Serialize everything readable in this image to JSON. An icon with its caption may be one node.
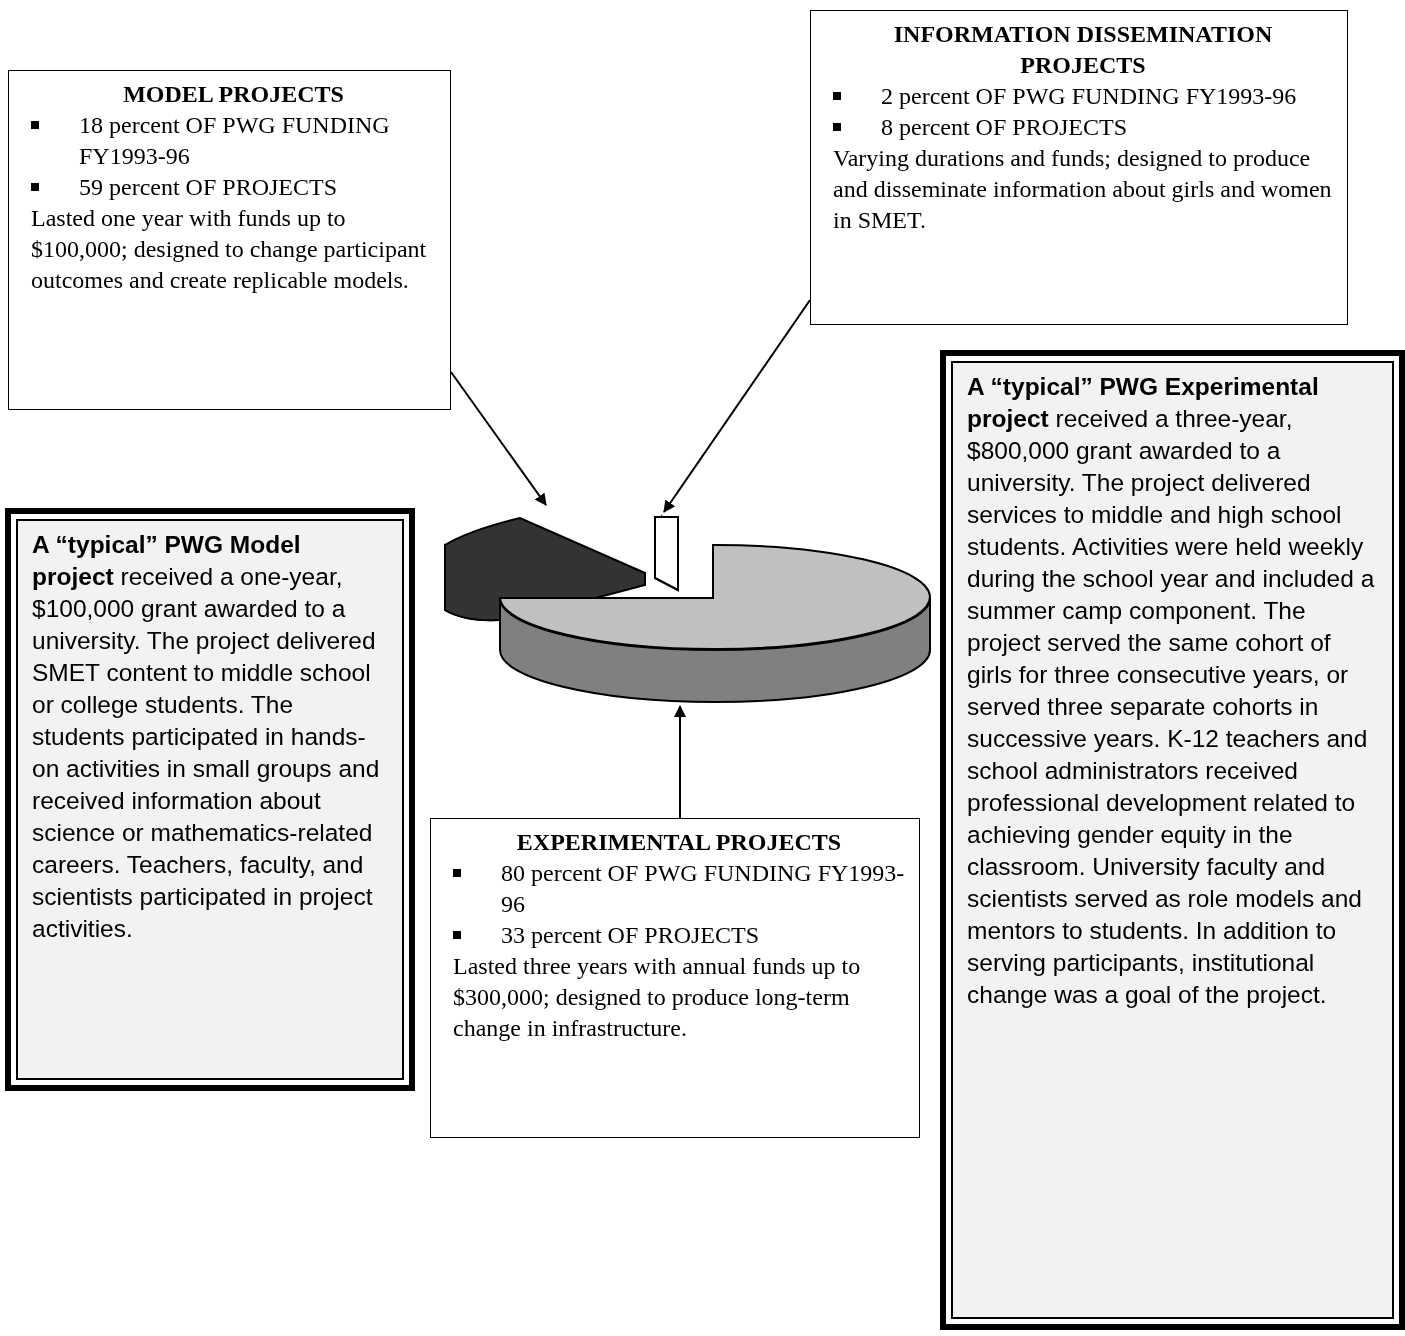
{
  "diagram": {
    "nodes": [
      {
        "text": [
          "MODEL PROJECTS",
          "18 percent OF PWG FUNDING FY1993-96",
          "59 percent OF PROJECTS",
          "Lasted one year with funds up to $100,000; designed to change participant outcomes and create replicable models."
        ]
      },
      {
        "text": [
          "INFORMATION DISSEMINATION PROJECTS",
          "2 percent OF PWG FUNDING FY1993-96",
          "8 percent OF PROJECTS",
          "Varying durations and funds; designed to produce and disseminate information about girls and women in SMET."
        ]
      },
      {
        "text": [
          "**A “typical” PWG Model project** received a one-year, $100,000 grant awarded to a university. The project delivered SMET content to middle school or college students. The students participated in hands-on activities in small groups and received information about science or mathematics-related careers. Teachers, faculty, and scientists participated in project activities."
        ]
      },
      {
        "text": [],
        "shape": "wedge"
      },
      {
        "text": [],
        "shape": "wedge"
      },
      {
        "text": [],
        "shape": "wedge"
      },
      {
        "text": [
          "EXPERIMENTAL PROJECTS",
          "80 percent OF PWG FUNDING FY1993-96",
          "33 percent OF PROJECTS",
          "Lasted three years with annual funds up to $300,000; designed to produce long-term change in infrastructure."
        ]
      },
      {
        "text": [
          "**A “typical” PWG Experimental project** received a three-year, $800,000 grant awarded to a university. The project delivered services to middle and high school students. Activities were held weekly during the school year and included a summer camp component. The project served the same cohort of girls for three consecutive years, or served three separate cohorts in successive years. K-12 teachers and school administrators received professional development related to achieving gender equity in the classroom. University faculty and scientists served as role models and mentors to students. In addition to serving participants, institutional change was a goal of the project."
        ]
      }
    ],
    "edges": [
      {
        "from": 0,
        "to": 3,
        "arrow": "to"
      },
      {
        "from": 1,
        "to": 4,
        "arrow": "to"
      },
      {
        "from": 6,
        "to": 5,
        "arrow": "to"
      }
    ]
  }
}
